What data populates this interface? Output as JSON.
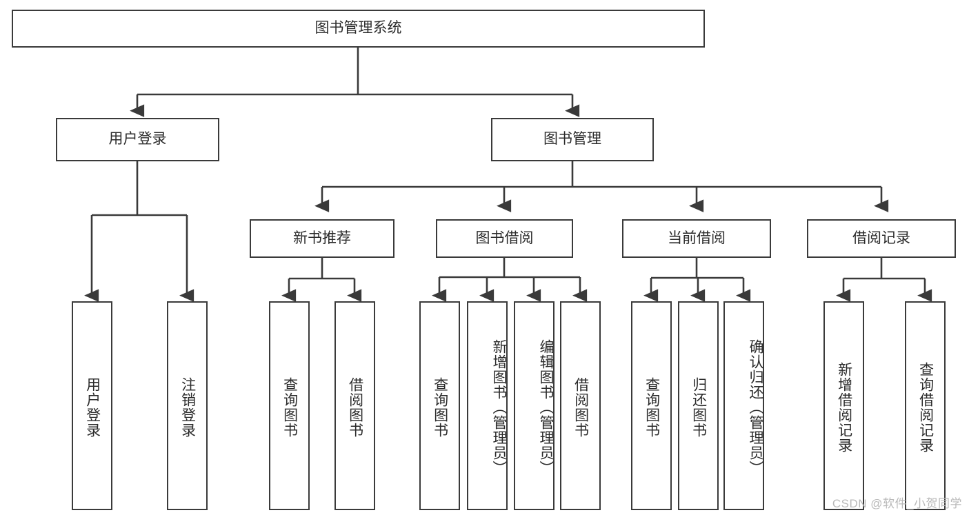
{
  "diagram": {
    "type": "tree-hierarchy",
    "title": "图书管理系统",
    "watermark": "CSDN @软件_小贺同学",
    "colors": {
      "stroke": "#3a3a3a",
      "fill": "#ffffff",
      "text": "#2b2b2b",
      "watermark": "#b9b9b9"
    },
    "nodes": {
      "root": {
        "label": "图书管理系统"
      },
      "level2": [
        {
          "id": "user-login",
          "label": "用户登录"
        },
        {
          "id": "book-manage",
          "label": "图书管理"
        }
      ],
      "level3": [
        {
          "id": "new-book-rec",
          "label": "新书推荐"
        },
        {
          "id": "book-borrow",
          "label": "图书借阅"
        },
        {
          "id": "current-borrow",
          "label": "当前借阅"
        },
        {
          "id": "borrow-record",
          "label": "借阅记录"
        }
      ],
      "leaves": {
        "user_login": [
          {
            "id": "leaf-user-login",
            "label": "用户登录"
          },
          {
            "id": "leaf-logout",
            "label": "注销登录"
          }
        ],
        "new_book_rec": [
          {
            "id": "leaf-query-book-1",
            "label": "查询图书"
          },
          {
            "id": "leaf-borrow-book-1",
            "label": "借阅图书"
          }
        ],
        "book_borrow": [
          {
            "id": "leaf-query-book-2",
            "label": "查询图书"
          },
          {
            "id": "leaf-add-book",
            "label": "新增图书（管理员）"
          },
          {
            "id": "leaf-edit-book",
            "label": "编辑图书（管理员）"
          },
          {
            "id": "leaf-borrow-book-2",
            "label": "借阅图书"
          }
        ],
        "current_borrow": [
          {
            "id": "leaf-query-book-3",
            "label": "查询图书"
          },
          {
            "id": "leaf-return-book",
            "label": "归还图书"
          },
          {
            "id": "leaf-confirm-return",
            "label": "确认归还（管理员）"
          }
        ],
        "borrow_record": [
          {
            "id": "leaf-add-record",
            "label": "新增借阅记录"
          },
          {
            "id": "leaf-query-record",
            "label": "查询借阅记录"
          }
        ]
      }
    }
  }
}
